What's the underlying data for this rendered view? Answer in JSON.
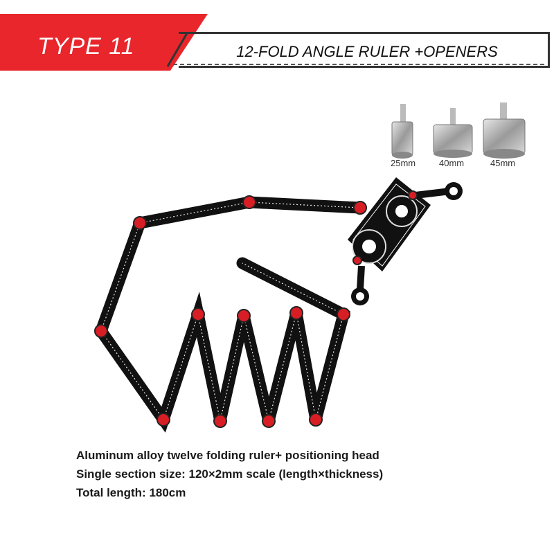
{
  "header": {
    "badge_text": "TYPE 11",
    "title": "12-FOLD ANGLE RULER +OPENERS",
    "accent_color": "#e8262b"
  },
  "hole_cutters": [
    {
      "size_label": "25mm"
    },
    {
      "size_label": "40mm"
    },
    {
      "size_label": "45mm"
    }
  ],
  "specs": {
    "line1": "Aluminum alloy twelve folding ruler+ positioning head",
    "line2": "Single section size: 120×2mm scale (length×thickness)",
    "line3": "Total length: 180cm"
  },
  "product": {
    "ruler_color": "#111111",
    "pivot_color": "#d81e25",
    "scale_marking_color": "#ffffff"
  }
}
